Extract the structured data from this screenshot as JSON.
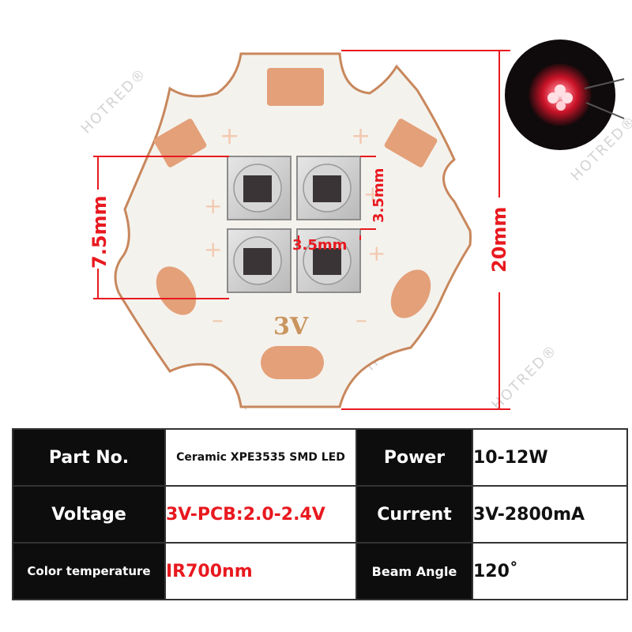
{
  "watermark": {
    "text": "HOTRED®"
  },
  "board": {
    "voltage_mark": "3V",
    "plus_sign": "+",
    "minus_sign": "–"
  },
  "dimensions": {
    "board_diameter": "20mm",
    "array_width": "7.5mm",
    "chip_height": "3.5mm",
    "chip_width": "3.5mm"
  },
  "specs": {
    "rows": [
      [
        {
          "label": "Part No.",
          "value": "Ceramic XPE3535 SMD LED"
        },
        {
          "label": "Power",
          "value": "10-12W"
        }
      ],
      [
        {
          "label": "Voltage",
          "value": "3V-PCB:2.0-2.4V"
        },
        {
          "label": "Current",
          "value": "3V-2800mA"
        }
      ],
      [
        {
          "label": "Color temperature",
          "value": "IR700nm"
        },
        {
          "label": "Beam Angle",
          "value": "120˚"
        }
      ]
    ]
  },
  "colors": {
    "pcb_white": "#f4f2ed",
    "copper_pad": "#e3a079",
    "board_edge": "#c8875c",
    "dimension_red": "#e8191f",
    "led_glow": "#ff2238"
  }
}
